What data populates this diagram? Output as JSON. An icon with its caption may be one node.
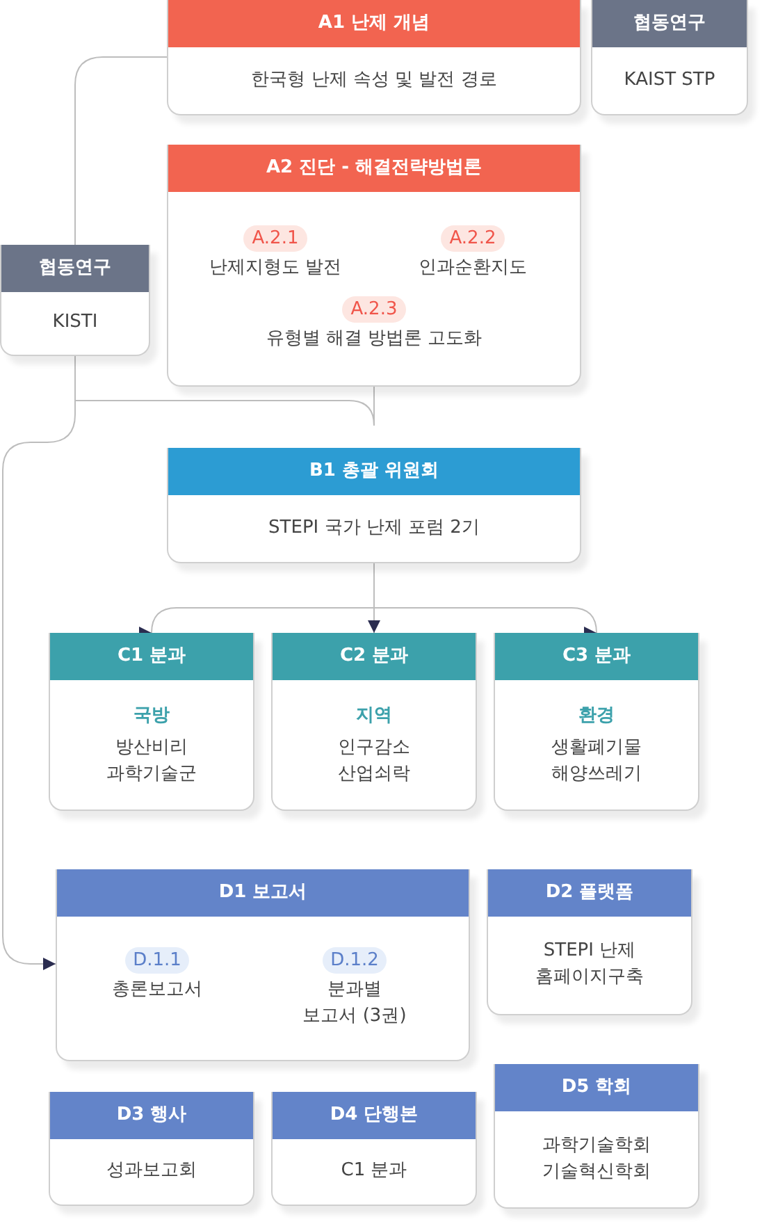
{
  "diagram": {
    "nodes": [
      {
        "text": [
          "A1 난제 개념",
          "한국형 난제 속성 및 발전 경로"
        ]
      },
      {
        "text": [
          "협동연구",
          "KAIST STP"
        ]
      },
      {
        "text": [
          "A2 진단 - 해결전략방법론",
          "A.2.1",
          "난제지형도 발전",
          "A.2.2",
          "인과순환지도",
          "A.2.3",
          "유형별 해결 방법론 고도화"
        ]
      },
      {
        "text": [
          "협동연구",
          "KISTI"
        ]
      },
      {
        "text": [
          "B1 총괄 위원회",
          "STEPI 국가 난제 포럼 2기"
        ]
      },
      {
        "text": [
          "C1 분과",
          "국방",
          "방산비리 과학기술군"
        ]
      },
      {
        "text": [
          "C2 분과",
          "지역",
          "인구감소 산업쇠락"
        ]
      },
      {
        "text": [
          "C3 분과",
          "환경",
          "생활폐기물 해양쓰레기"
        ]
      },
      {
        "text": [
          "D1 보고서",
          "D.1.1",
          "총론보고서",
          "D.1.2",
          "분과별 보고서 (3권)"
        ]
      },
      {
        "text": [
          "D2 플랫폼",
          "STEPI 난제 홈페이지구축"
        ]
      },
      {
        "text": [
          "D3 행사",
          "성과보고회"
        ]
      },
      {
        "text": [
          "D4 단행본",
          "C1 분과"
        ]
      },
      {
        "text": [
          "D5 학회",
          "과학기술학회 기술혁신학회"
        ]
      }
    ],
    "edges": [
      {
        "from": 3,
        "to": 0,
        "arrow": "none"
      },
      {
        "from": 3,
        "to": 2,
        "arrow": "none"
      },
      {
        "from": 3,
        "to": 8,
        "arrow": "to"
      },
      {
        "from": 4,
        "to": 5,
        "arrow": "to"
      },
      {
        "from": 4,
        "to": 6,
        "arrow": "to"
      },
      {
        "from": 4,
        "to": 7,
        "arrow": "to"
      }
    ]
  }
}
